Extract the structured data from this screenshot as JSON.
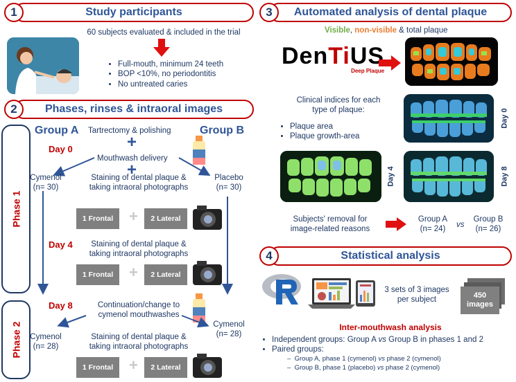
{
  "section1": {
    "number": "1",
    "title": "Study participants",
    "subjects": "60 subjects evaluated & included in the trial",
    "criteria": [
      "Full-mouth, minimum 24 teeth",
      "BOP <10%, no periodontitis",
      "No untreated caries"
    ]
  },
  "section2": {
    "number": "2",
    "title": "Phases, rinses & intraoral images",
    "phase1": "Phase 1",
    "phase2": "Phase 2",
    "group_a": "Group A",
    "group_b": "Group B",
    "tartrectomy": "Tartrectomy & polishing",
    "day0": "Day 0",
    "day4": "Day 4",
    "day8": "Day 8",
    "mouthwash_delivery": "Mouthwash delivery",
    "cymenol": "Cymenol",
    "n30a": "(n= 30)",
    "placebo": "Placebo",
    "n30b": "(n= 30)",
    "staining1": "Staining of dental plaque &",
    "staining2": "taking intraoral photographs",
    "frontal": "1 Frontal",
    "lateral": "2 Lateral",
    "continuation1": "Continuation/change to",
    "continuation2": "cymenol mouthwashes",
    "cymenol_a": "Cymenol",
    "n28a": "(n= 28)",
    "cymenol_b": "Cymenol",
    "n28b": "(n= 28)"
  },
  "section3": {
    "number": "3",
    "title": "Automated analysis of dental plaque",
    "visible": "Visible",
    "comma": ", ",
    "nonvisible": "non-visible",
    "total": " & total plaque",
    "logo_den": "Den",
    "logo_ti": "Ti",
    "logo_us": "US",
    "logo_sub": "Deep Plaque",
    "indices1": "Clinical indices for each",
    "indices2": "type of plaque:",
    "bullets": [
      "Plaque area",
      "Plaque growth-area"
    ],
    "day0": "Day 0",
    "day4": "Day 4",
    "day8": "Day 8",
    "removal1": "Subjects' removal for",
    "removal2": "image-related reasons",
    "group_a": "Group A",
    "n24": "(n= 24)",
    "vs": "vs",
    "group_b": "Group B",
    "n26": "(n= 26)"
  },
  "section4": {
    "number": "4",
    "title": "Statistical analysis",
    "sets1": "3 sets of 3 images",
    "sets2": "per subject",
    "images_n": "450",
    "images": "images",
    "inter": "Inter-mouthwash analysis",
    "independent_pre": "Independent groups: Group A ",
    "independent_vs": "vs",
    "independent_post": " Group B in phases 1 and 2",
    "paired": "Paired groups:",
    "paired_a_pre": "Group A, phase 1 (cymenol) ",
    "paired_a_post": " phase 2 (cymenol)",
    "paired_b_pre": "Group B, phase 1 (placebo) ",
    "paired_b_post": " phase 2 (cymenol)"
  }
}
